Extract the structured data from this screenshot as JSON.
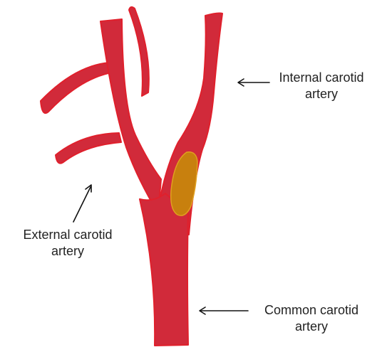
{
  "diagram": {
    "labels": {
      "internal": {
        "line1": "Internal carotid",
        "line2": "artery"
      },
      "external": {
        "line1": "External carotid",
        "line2": "artery"
      },
      "common": {
        "line1": "Common carotid",
        "line2": "artery"
      }
    },
    "colors": {
      "artery_fill": "#d12a3a",
      "artery_outline": "#e0202c",
      "plaque_fill": "#c8800e",
      "plaque_outline": "#e0a020",
      "arrow": "#111111",
      "text": "#222222"
    }
  }
}
